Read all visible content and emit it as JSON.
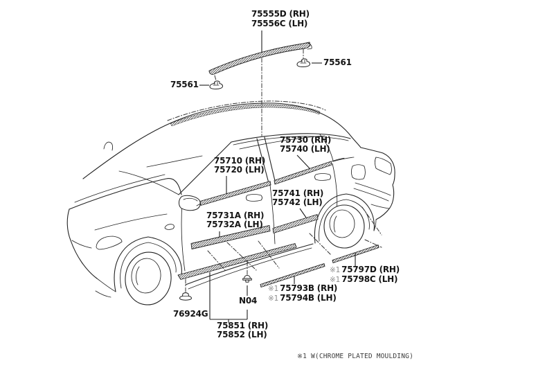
{
  "diagram": {
    "description": "Side moulding parts diagram of a sedan",
    "colors": {
      "line": "#222222",
      "background": "#ffffff",
      "label": "#141414"
    },
    "labels": {
      "roof_drip_moulding": {
        "t1": "75555D (RH)",
        "t2": "75556C (LH)"
      },
      "roof_clip_left": {
        "t1": "75561"
      },
      "roof_clip_right": {
        "t1": "75561"
      },
      "belt_moulding_rear": {
        "t1": "75730 (RH)",
        "t2": "75740 (LH)"
      },
      "belt_moulding_front": {
        "t1": "75710 (RH)",
        "t2": "75720 (LH)"
      },
      "body_moulding_rear": {
        "t1": "75741 (RH)",
        "t2": "75742 (LH)"
      },
      "body_moulding_front": {
        "t1": "75731A (RH)",
        "t2": "75732A (LH)"
      },
      "quarter_moulding": {
        "p1": "※1",
        "t1": "75797D (RH)",
        "p2": "※1",
        "t2": "75798C (LH)"
      },
      "lower_moulding": {
        "p1": "※1",
        "t1": "75793B (RH)",
        "p2": "※1",
        "t2": "75794B (LH)"
      },
      "retainer_clip": {
        "t1": "76924G"
      },
      "bolt": {
        "t1": "N04"
      },
      "rocker_moulding": {
        "t1": "75851 (RH)",
        "t2": "75852 (LH)"
      }
    },
    "footnote": "※1 W(CHROME PLATED MOULDING)"
  }
}
